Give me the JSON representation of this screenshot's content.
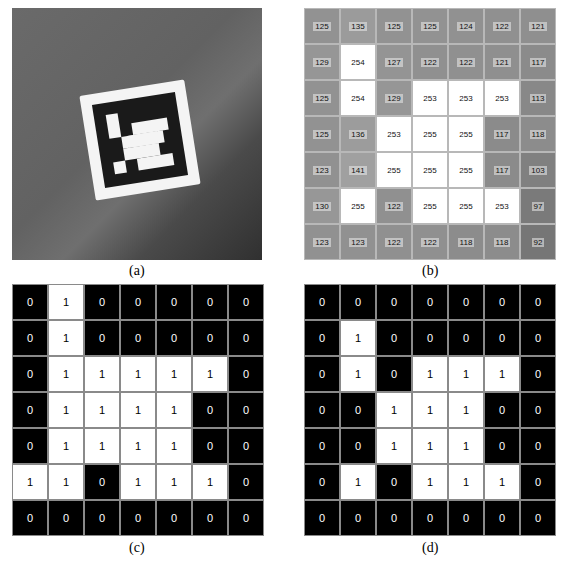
{
  "diagram": {
    "labels": [
      "125",
      "135",
      "125",
      "125",
      "124",
      "122",
      "121",
      "129",
      "254",
      "127",
      "122",
      "122",
      "121",
      "117",
      "125",
      "254",
      "129",
      "253",
      "253",
      "253",
      "113",
      "125",
      "136",
      "253",
      "255",
      "255",
      "117",
      "118",
      "123",
      "141",
      "255",
      "255",
      "255",
      "117",
      "103",
      "130",
      "255",
      "122",
      "255",
      "255",
      "253",
      "97",
      "123",
      "123",
      "122",
      "122",
      "118",
      "118",
      "92",
      "(a)",
      "(b)",
      "0",
      "1",
      "0",
      "0",
      "0",
      "0",
      "0",
      "0",
      "1",
      "0",
      "0",
      "0",
      "0",
      "0",
      "0",
      "1",
      "1",
      "1",
      "1",
      "1",
      "0",
      "0",
      "1",
      "1",
      "1",
      "1",
      "0",
      "0",
      "0",
      "1",
      "1",
      "1",
      "1",
      "0",
      "0",
      "1",
      "1",
      "0",
      "1",
      "1",
      "1",
      "0",
      "0",
      "0",
      "0",
      "0",
      "0",
      "0",
      "0",
      "0",
      "0",
      "0",
      "0",
      "0",
      "0",
      "0",
      "0",
      "1",
      "0",
      "0",
      "0",
      "0",
      "0",
      "0",
      "1",
      "0",
      "1",
      "1",
      "1",
      "0",
      "0",
      "0",
      "1",
      "1",
      "1",
      "0",
      "0",
      "0",
      "0",
      "1",
      "1",
      "1",
      "0",
      "0",
      "0",
      "1",
      "0",
      "1",
      "1",
      "1",
      "0",
      "0",
      "0",
      "0",
      "0",
      "0",
      "0",
      "0",
      "(c)",
      "(d)"
    ]
  }
}
